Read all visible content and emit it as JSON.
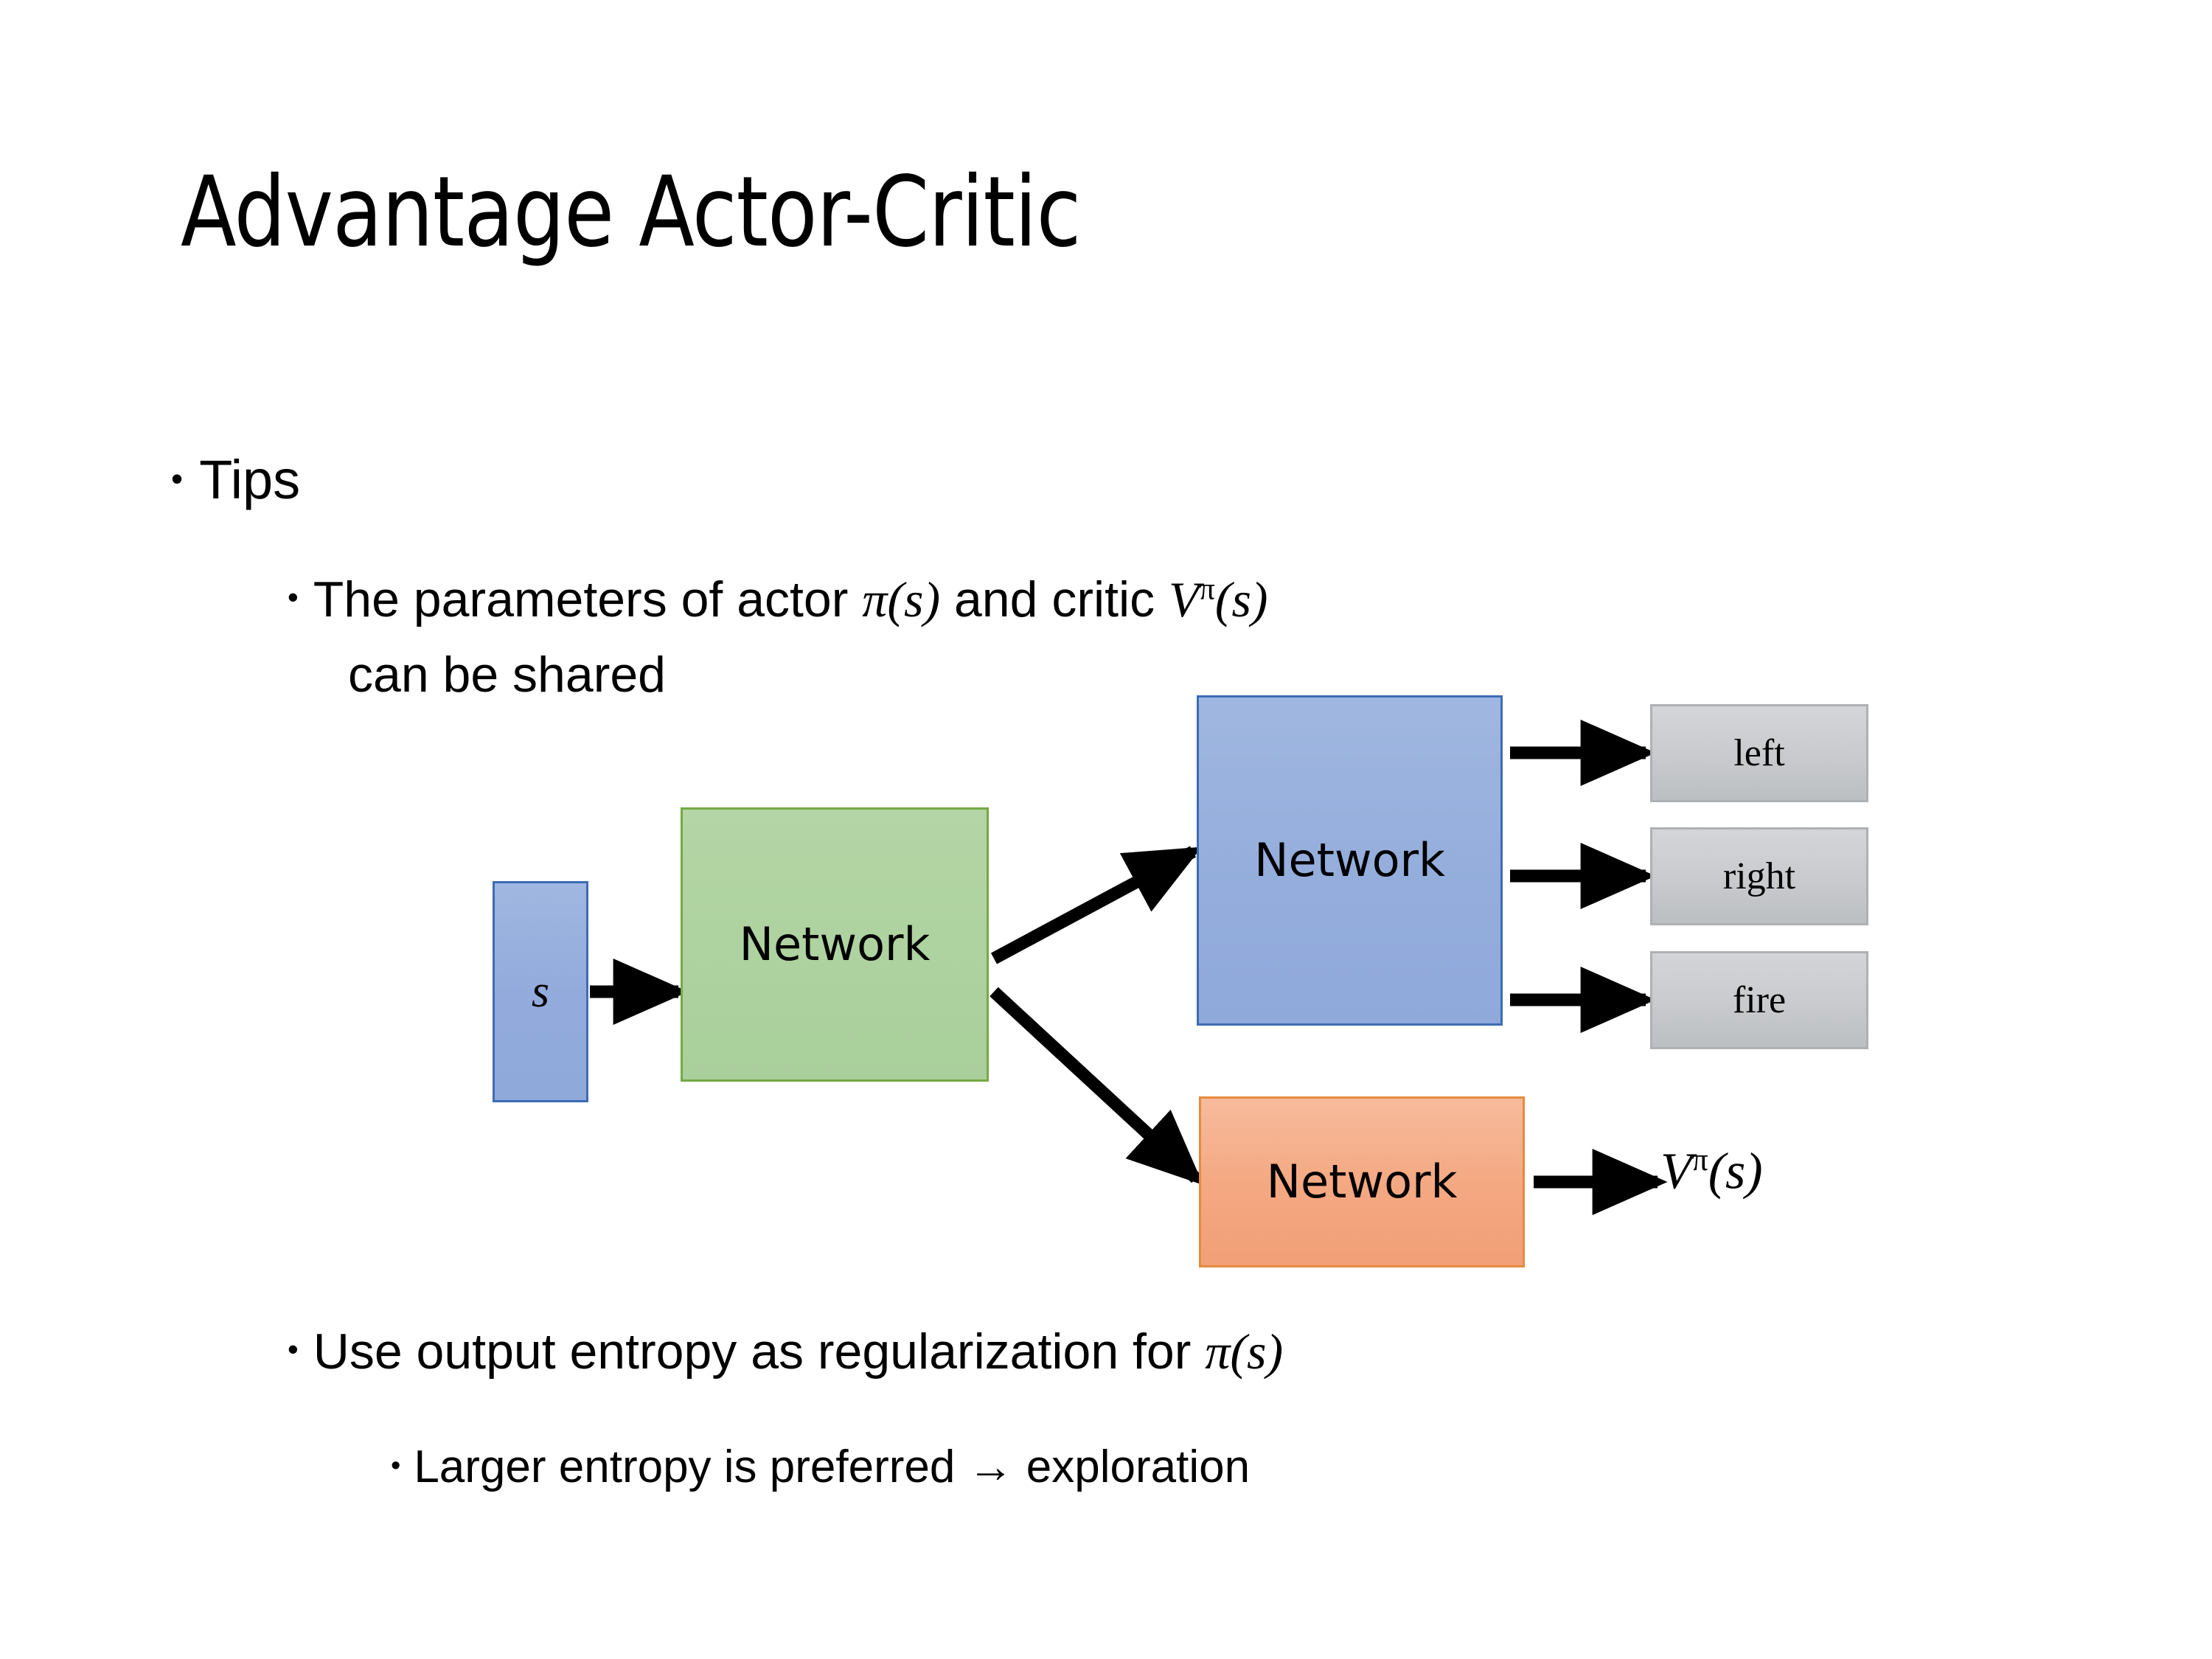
{
  "slide": {
    "title": "Advantage Actor-Critic",
    "background_color": "#FFFFFF"
  },
  "bullets": {
    "tips_label": "Tips",
    "shared_params": {
      "line1_pre": "The parameters of actor ",
      "line1_math_actor": "π(s)",
      "line1_mid": "  and critic ",
      "line1_math_critic_base": "V",
      "line1_math_critic_sup": "π",
      "line1_math_critic_arg": "(s)",
      "line2": "can be shared"
    },
    "entropy": {
      "text_pre": "Use output entropy as regularization for ",
      "math": "π(s)"
    },
    "exploration": {
      "text": "Larger entropy is preferred → exploration"
    }
  },
  "diagram": {
    "state_box": {
      "label": "s",
      "fill": "#95AEDC",
      "border": "#3D6CB4"
    },
    "shared_network": {
      "label": "Network",
      "fill": "#AED2A0",
      "border": "#75A944"
    },
    "actor_network": {
      "label": "Network",
      "fill": "#95AEDC",
      "border": "#3D6CB4"
    },
    "critic_network": {
      "label": "Network",
      "fill": "#F4A983",
      "border": "#E58B3F"
    },
    "action_outputs": [
      {
        "label": "left",
        "fill": "#C8CACD",
        "border": "#AEB1B4"
      },
      {
        "label": "right",
        "fill": "#C8CACD",
        "border": "#AEB1B4"
      },
      {
        "label": "fire",
        "fill": "#C8CACD",
        "border": "#AEB1B4"
      }
    ],
    "value_output": {
      "base": "V",
      "superscript": "π",
      "argument": "(s)"
    },
    "arrow_color": "#000000"
  }
}
